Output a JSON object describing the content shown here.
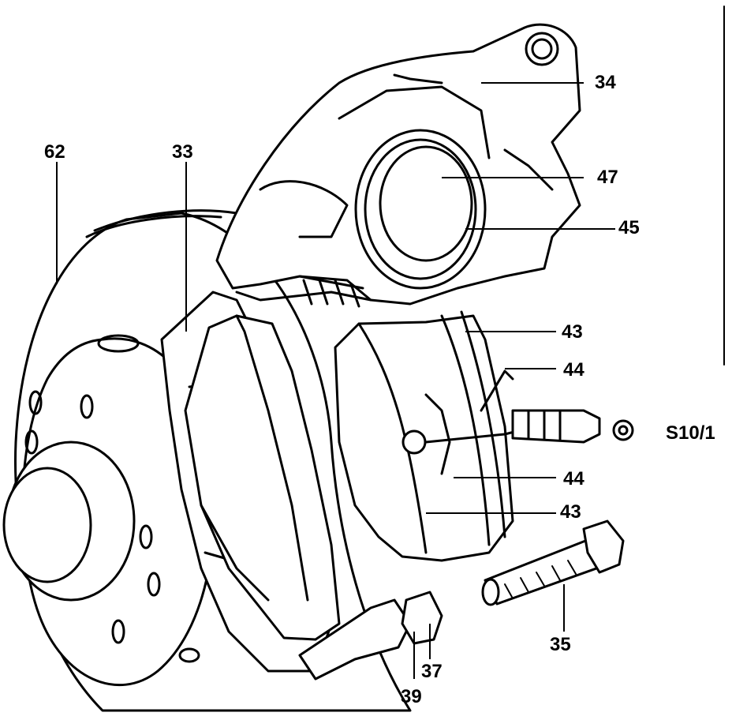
{
  "labels": {
    "l62": "62",
    "l33": "33",
    "l34": "34",
    "l47": "47",
    "l45": "45",
    "l43a": "43",
    "l44a": "44",
    "s10": "S10/1",
    "l44b": "44",
    "l43b": "43",
    "l35": "35",
    "l37": "37",
    "l39": "39"
  }
}
